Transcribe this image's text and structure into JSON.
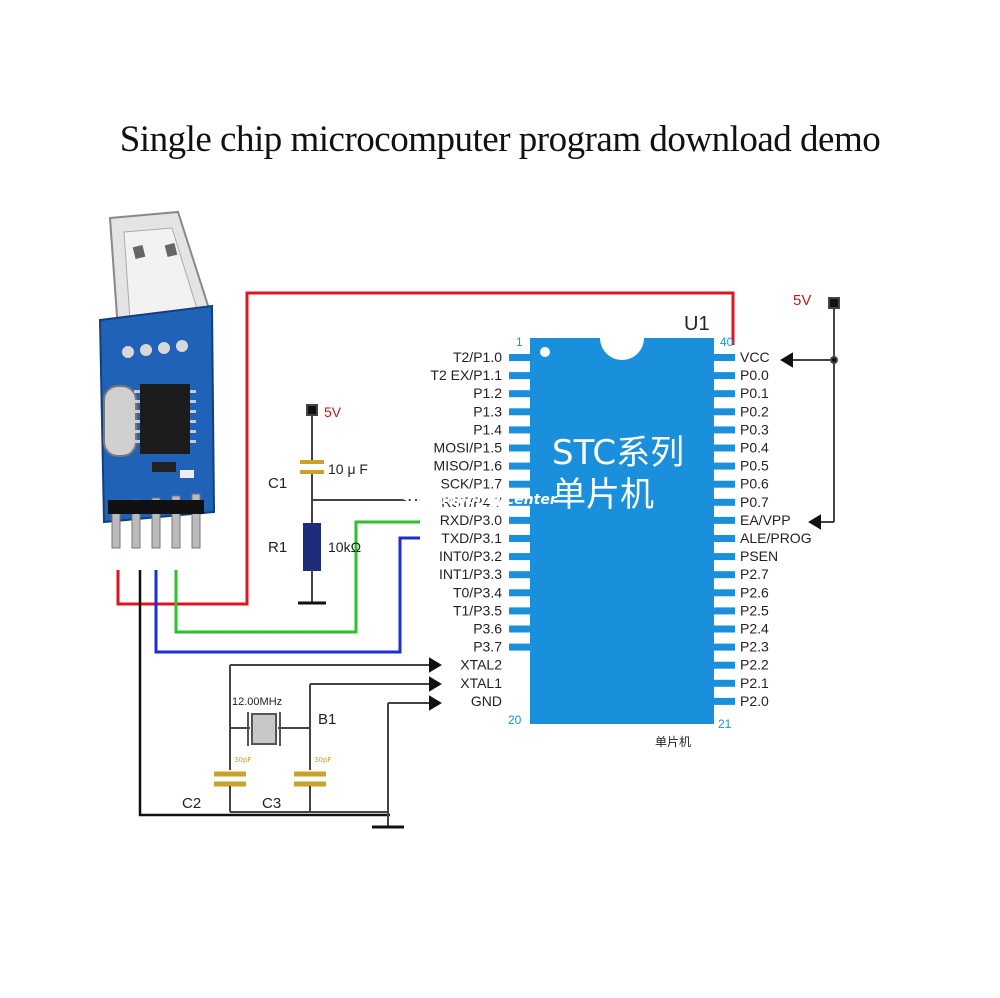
{
  "title": "Single chip microcomputer program download demo",
  "chip": {
    "ref": "U1",
    "name_line1": "STC系列",
    "name_line2": "单片机",
    "caption": "单片机",
    "pin1_num": "1",
    "pin20_num": "20",
    "pin21_num": "21",
    "pin40_num": "40",
    "left_pins": [
      "T2/P1.0",
      "T2 EX/P1.1",
      "P1.2",
      "P1.3",
      "P1.4",
      "MOSI/P1.5",
      "MISO/P1.6",
      "SCK/P1.7",
      "RST/P4.7",
      "RXD/P3.0",
      "TXD/P3.1",
      "INT0/P3.2",
      "INT1/P3.3",
      "T0/P3.4",
      "T1/P3.5",
      "P3.6",
      "P3.7",
      "XTAL2",
      "XTAL1",
      "GND"
    ],
    "right_pins": [
      "VCC",
      "P0.0",
      "P0.1",
      "P0.2",
      "P0.3",
      "P0.4",
      "P0.5",
      "P0.6",
      "P0.7",
      "EA/VPP",
      "ALE/PROG",
      "PSEN",
      "P2.7",
      "P2.6",
      "P2.5",
      "P2.4",
      "P2.3",
      "P2.2",
      "P2.1",
      "P2.0"
    ]
  },
  "power": {
    "top_right": "5V",
    "mid": "5V"
  },
  "components": {
    "c1_ref": "C1",
    "c1_value": "10 μ F",
    "r1_ref": "R1",
    "r1_value": "10kΩ",
    "crystal_value": "12.00MHz",
    "crystal_ref": "B1",
    "c2_ref": "C2",
    "c3_ref": "C3",
    "c2_value": "30pF",
    "c3_value": "30pF"
  },
  "watermark": "S-T shopping center",
  "colors": {
    "chip_blue": "#1a8fdc",
    "wire_red": "#e0141e",
    "wire_green": "#2cc22c",
    "wire_blue": "#1c2fcf",
    "wire_black": "#111111",
    "pcb_blue": "#1f62b8"
  }
}
